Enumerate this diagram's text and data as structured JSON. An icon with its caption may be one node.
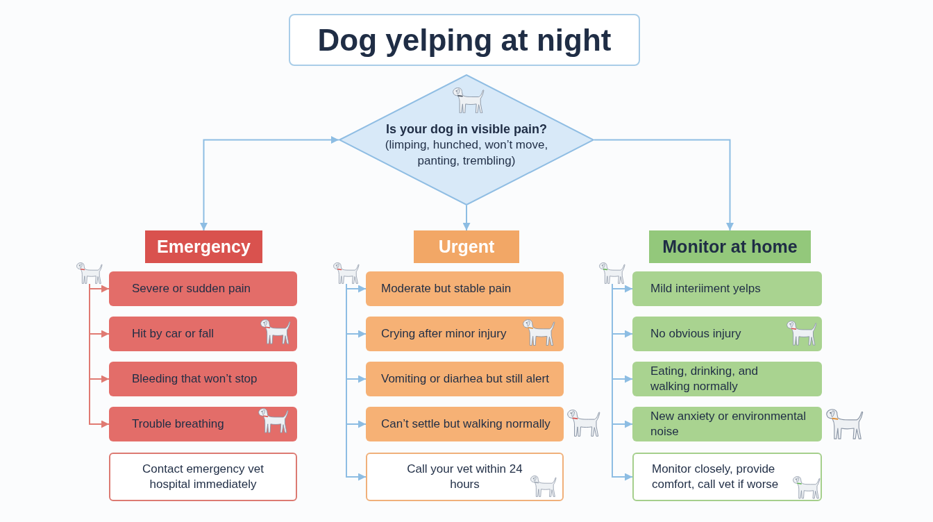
{
  "diagram": {
    "title": "Dog yelping at night",
    "nodes": [
      {
        "text": [
          "Is your dog in visible pain?",
          "(limping, hunched, won’t move, panting, trembling)"
        ]
      },
      {
        "text": [
          "Emergency"
        ]
      },
      {
        "text": [],
        "shape": "picture"
      },
      {
        "text": [
          "Severe or sudden pain"
        ]
      },
      {
        "text": [
          "Hit by car or fall"
        ]
      },
      {
        "text": [
          "Bleeding that won’t stop"
        ]
      },
      {
        "text": [
          "Trouble breathing"
        ]
      },
      {
        "text": [
          "Contact emergency vet hospital immediately"
        ]
      },
      {
        "text": [
          "Urgent"
        ]
      },
      {
        "text": [],
        "shape": "picture"
      },
      {
        "text": [
          "Moderate but stable pain"
        ]
      },
      {
        "text": [
          "Crying after minor injury"
        ]
      },
      {
        "text": [
          "Vomiting or diarhea but still alert"
        ]
      },
      {
        "text": [
          "Can’t settle but walking normally"
        ]
      },
      {
        "text": [
          "Call your vet within 24 hours"
        ]
      },
      {
        "text": [
          "Monitor at home"
        ]
      },
      {
        "text": [],
        "shape": "picture"
      },
      {
        "text": [
          "Mild interiiment yelps"
        ]
      },
      {
        "text": [
          "No obvious injury"
        ]
      },
      {
        "text": [
          "Eating, drinking, and walking normally"
        ]
      },
      {
        "text": [
          "New anxiety or environmental noise"
        ]
      },
      {
        "text": [
          "Monitor closely, provide comfort, call vet if worse"
        ]
      }
    ],
    "edges": [
      {
        "from": 0,
        "to": 1,
        "arrow": "both"
      },
      {
        "from": 0,
        "to": 8,
        "arrow": "to"
      },
      {
        "from": 0,
        "to": 15,
        "arrow": "to"
      },
      {
        "from": 2,
        "to": 3,
        "arrow": "to",
        "color": "#e07a72"
      },
      {
        "from": 2,
        "to": 4,
        "arrow": "to",
        "color": "#e07a72"
      },
      {
        "from": 2,
        "to": 5,
        "arrow": "to",
        "color": "#e07a72"
      },
      {
        "from": 2,
        "to": 6,
        "arrow": "to",
        "color": "#e07a72"
      },
      {
        "from": 9,
        "to": 10,
        "arrow": "to"
      },
      {
        "from": 9,
        "to": 11,
        "arrow": "to"
      },
      {
        "from": 9,
        "to": 12,
        "arrow": "to"
      },
      {
        "from": 9,
        "to": 13,
        "arrow": "to"
      },
      {
        "from": 9,
        "to": 14,
        "arrow": "to"
      },
      {
        "from": 16,
        "to": 17,
        "arrow": "to"
      },
      {
        "from": 16,
        "to": 18,
        "arrow": "to"
      },
      {
        "from": 16,
        "to": 19,
        "arrow": "to"
      },
      {
        "from": 16,
        "to": 20,
        "arrow": "to"
      },
      {
        "from": 16,
        "to": 21,
        "arrow": "to"
      }
    ]
  }
}
